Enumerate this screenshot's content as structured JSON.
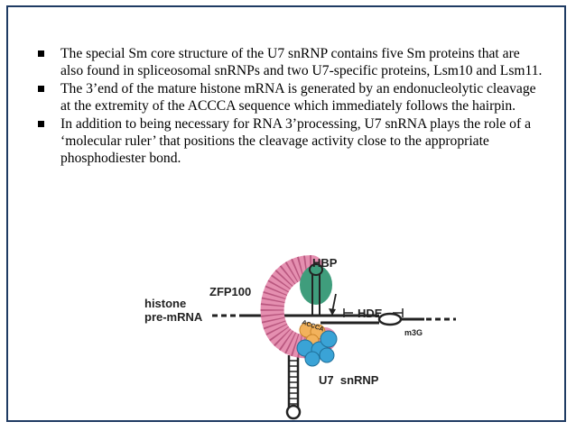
{
  "bullets": [
    "The special Sm core structure of the U7 snRNP contains five Sm proteins that are also found in spliceosomal snRNPs and two U7-specific proteins, Lsm10 and Lsm11.",
    "The 3’end of the mature histone mRNA is generated by an endonucleolytic cleavage at the extremity of the ACCCA sequence which immediately follows the hairpin.",
    "In addition to being necessary for RNA 3’processing, U7 snRNA plays the role of a ‘molecular ruler’ that positions the cleavage activity close to the appropriate phosphodiester bond."
  ],
  "diagram": {
    "label_hbp": "HBP",
    "label_zfp100": "ZFP100",
    "label_histone": "histone",
    "label_premrna": "pre-mRNA",
    "label_accca": "ACCCA",
    "label_hde": "HDE",
    "label_m3g": "m3G",
    "label_u7": "U7  snRNP",
    "colors": {
      "zfp100": "#e58fb0",
      "hbp": "#3f9d7c",
      "sm_orange": "#f2b25c",
      "sm_blue": "#3aa3d6"
    }
  }
}
